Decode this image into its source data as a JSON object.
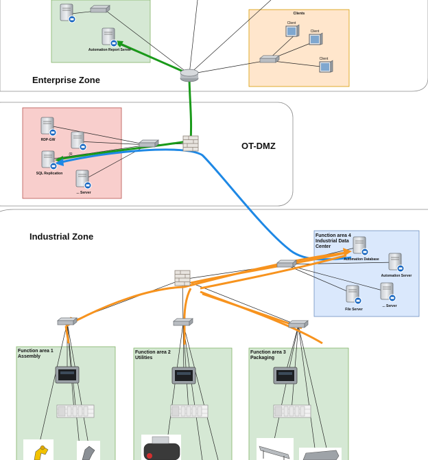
{
  "zones": {
    "enterprise": "Enterprise Zone",
    "otdmz": "OT-DMZ",
    "industrial": "Industrial Zone"
  },
  "enterprise": {
    "clients_group_label": "Clients",
    "client_label": "Client",
    "automation_report_server": "Automation Report Server"
  },
  "dmz": {
    "rdp_gw": "RDP-GW",
    "sql_replication": "SQL Replication",
    "server_dots": "... Server",
    "partial_label": "(R"
  },
  "function_area_4": {
    "title_line1": "Function area 4",
    "title_line2": "Industrial Data",
    "title_line3": "Center",
    "automation_database": "Automation Database",
    "automation_server": "Automation Server",
    "file_server": "File Server",
    "server_dots": "... Server"
  },
  "function_area_1": {
    "title_line1": "Function area 1",
    "title_line2": "Assembly"
  },
  "function_area_2": {
    "title_line1": "Function area 2",
    "title_line2": "Utilities"
  },
  "function_area_3": {
    "title_line1": "Function area 3",
    "title_line2": "Packaging"
  },
  "colors": {
    "enterprise_box": "#d5e8d4",
    "clients_box": "#ffe6cc",
    "dmz_box": "#f8cecc",
    "fa4_box": "#dae8fc",
    "function_area_box": "#d5e8d4",
    "green_flow": "#1a9a1a",
    "blue_flow": "#1e88e5",
    "orange_flow": "#f7931e"
  }
}
